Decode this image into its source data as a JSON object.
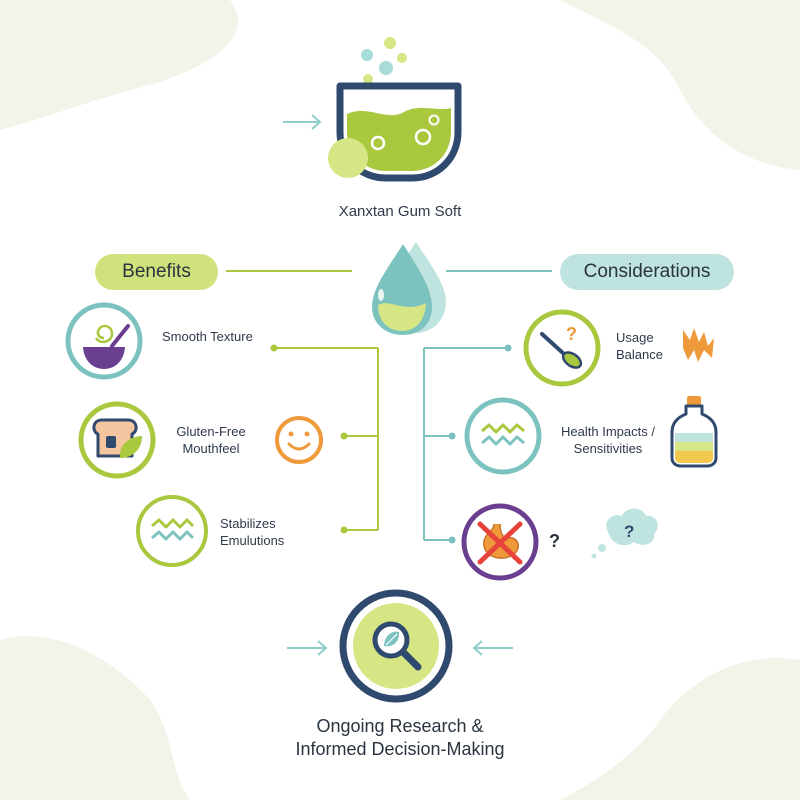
{
  "title": "Xanxtan Gum Soft",
  "benefits": {
    "heading": "Benefits",
    "items": [
      {
        "label_lines": [
          "Smooth Texture"
        ],
        "icon": "bowl-swirl-icon"
      },
      {
        "label_lines": [
          "Gluten-Free",
          "Mouthfeel"
        ],
        "icon": "bread-leaf-icon"
      },
      {
        "label_lines": [
          "Stabilizes",
          "Emulutions"
        ],
        "icon": "wave-lines-icon"
      }
    ]
  },
  "considerations": {
    "heading": "Considerations",
    "items": [
      {
        "label_lines": [
          "Usage",
          "Balance"
        ],
        "icon": "spoon-question-icon"
      },
      {
        "label_lines": [
          "Health Impacts /",
          "Sensitivities"
        ],
        "icon": "wave-lines-icon"
      },
      {
        "label_lines": [],
        "icon": "stomach-crossed-icon",
        "side_mark": "?"
      }
    ]
  },
  "footer": {
    "lines": [
      "Ongoing Research &",
      "Informed Decision-Making"
    ],
    "icon": "magnifier-leaf-icon"
  },
  "colors": {
    "navy": "#2f4a6e",
    "lime": "#a9c83e",
    "lime_light": "#d6e684",
    "teal": "#7cc3c0",
    "teal_light": "#bfe3df",
    "purple": "#6b3f8f",
    "orange": "#ef9a3a",
    "red": "#e8433a",
    "blob": "#f3f3ea"
  }
}
